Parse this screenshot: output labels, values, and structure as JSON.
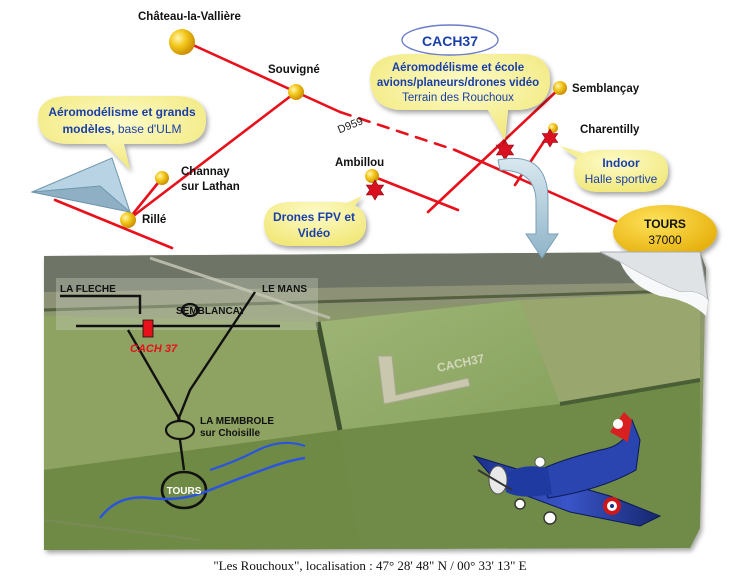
{
  "map": {
    "towns": {
      "chateau": "Château-la-Vallière",
      "souvigne": "Souvigné",
      "semblancay": "Semblançay",
      "charentilly": "Charentilly",
      "ambillou": "Ambillou",
      "channay_1": "Channay",
      "channay_2": "sur Lathan",
      "rille": "Rillé"
    },
    "road": "D959",
    "tours_badge": {
      "name": "TOURS",
      "zip": "37000"
    },
    "callouts": {
      "cach37_title": "CACH37",
      "cach37_line1": "Aéromodélisme et école",
      "cach37_line2": "avions/planeurs/drones vidéo",
      "cach37_line3": "Terrain des Rouchoux",
      "rille_line1": "Aéromodélisme et grands",
      "rille_line2_bold": "modèles,",
      "rille_line2_rest": " base d'ULM",
      "indoor_line1": "Indoor",
      "indoor_line2": "Halle sportive",
      "drones_line1": "Drones FPV et",
      "drones_line2": "Vidéo"
    }
  },
  "photo": {
    "labels": {
      "la_fleche": "LA FLECHE",
      "le_mans": "LE MANS",
      "semblancay": "SEMBLANCAY",
      "cach37": "CACH 37",
      "membrole_1": "LA MEMBROLE",
      "membrole_2": "sur Choisille",
      "tours": "TOURS",
      "runway": "CACH37"
    }
  },
  "caption": "\"Les Rouchoux\", localisation : 47° 28' 48\" N / 00° 33' 13\" E",
  "colors": {
    "road": "#e8101a",
    "bubble": "#f7f08a",
    "bubble_text": "#1a3fa8",
    "dot": "#f0c020",
    "star": "#d81020",
    "tours_badge": "#f5c400"
  }
}
